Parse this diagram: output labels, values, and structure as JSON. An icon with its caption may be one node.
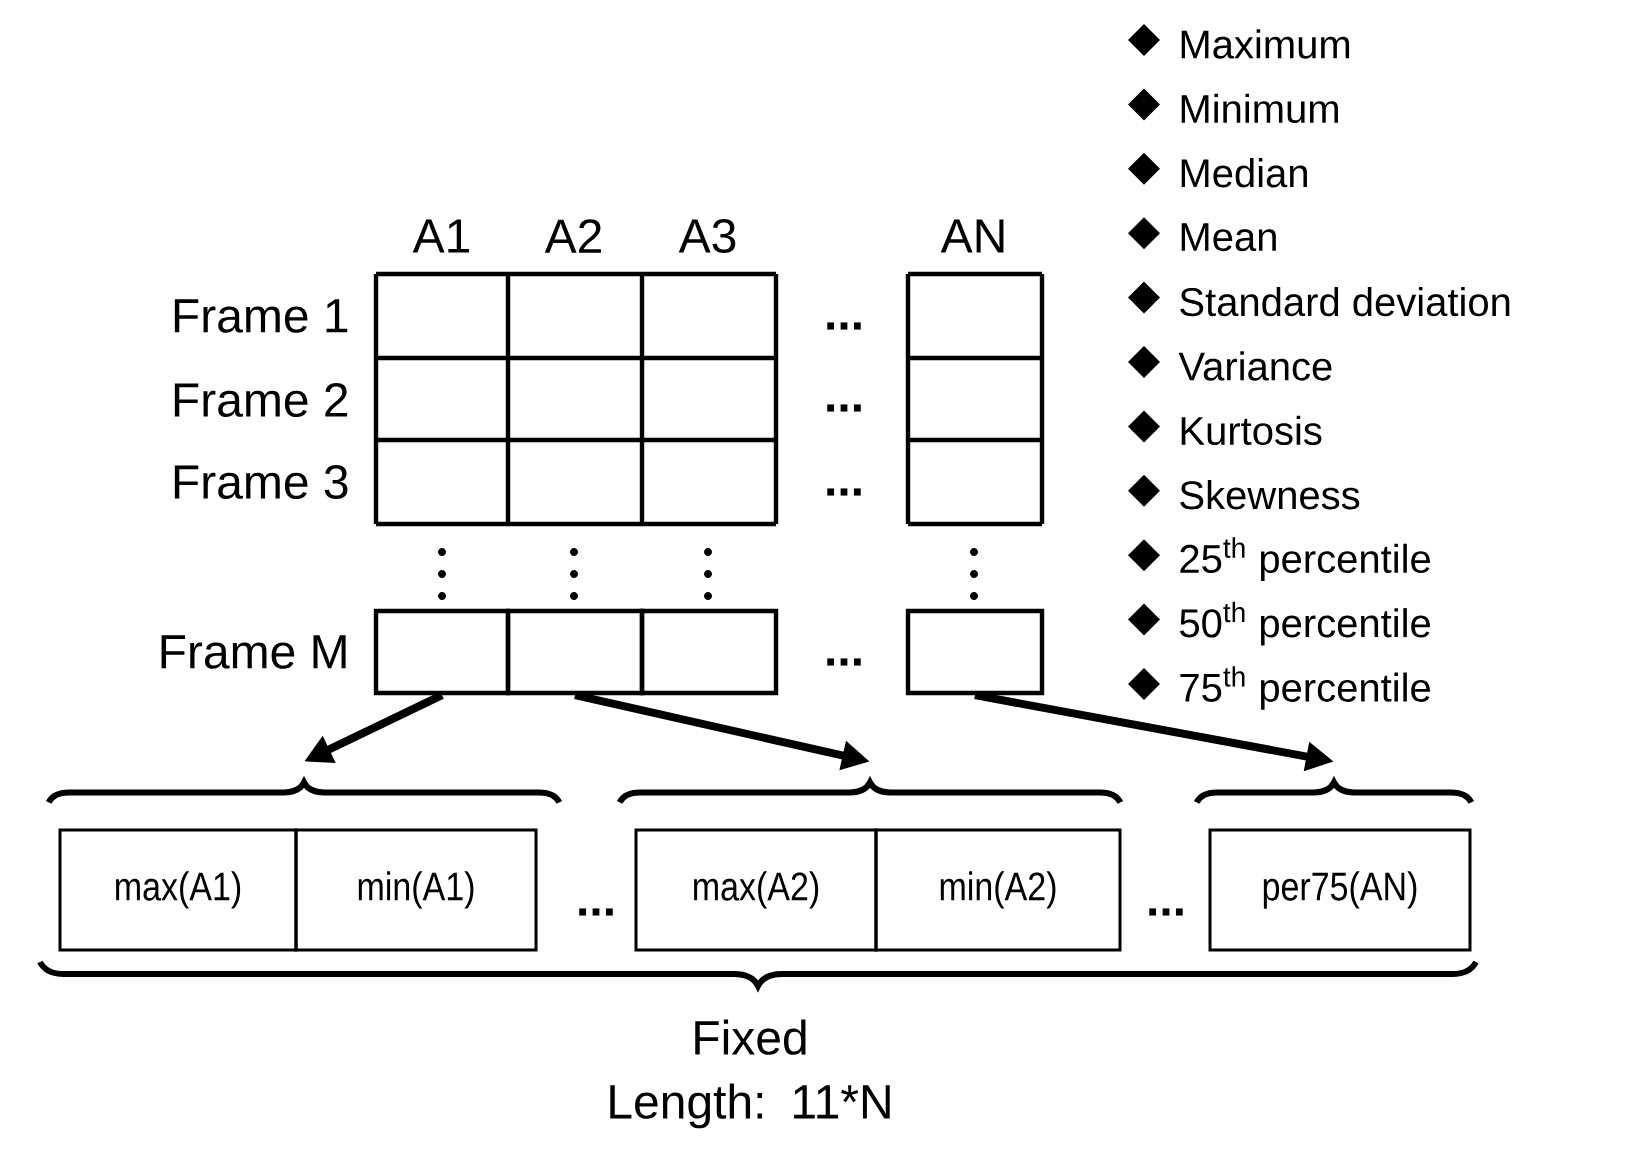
{
  "diagram": {
    "nodes": [
      {
        "text": [],
        "shape": "box"
      },
      {
        "text": [],
        "shape": "box"
      },
      {
        "text": [],
        "shape": "box"
      },
      {
        "text": [],
        "shape": "box"
      },
      {
        "text": [],
        "shape": "brace"
      },
      {
        "text": [],
        "shape": "brace"
      },
      {
        "text": [],
        "shape": "brace"
      },
      {
        "text": [
          "max(A1)"
        ]
      },
      {
        "text": [
          "min(A1)"
        ]
      },
      {
        "text": [
          "max(A2)"
        ]
      },
      {
        "text": [
          "min(A2)"
        ]
      },
      {
        "text": [
          "per75(AN)"
        ]
      }
    ],
    "edges": [
      {
        "from": 0,
        "to": 4,
        "arrow": "to"
      },
      {
        "from": 1,
        "to": 5,
        "arrow": "to"
      },
      {
        "from": 3,
        "to": 6,
        "arrow": "to"
      }
    ],
    "labels": [
      "A1",
      "A2",
      "A3",
      "AN",
      "Frame 1",
      "...",
      "Frame 2",
      "...",
      "Frame 3",
      "...",
      "Frame M",
      "...",
      "Maximum",
      "Minimum",
      "Median",
      "Mean",
      "Standard deviation",
      "Variance",
      "Kurtosis",
      "Skewness",
      "25$^{th}$ percentile",
      "50$^{th}$ percentile",
      "75$^{th}$ percentile",
      "...",
      "...",
      "Fixed Length: 11*N"
    ]
  }
}
